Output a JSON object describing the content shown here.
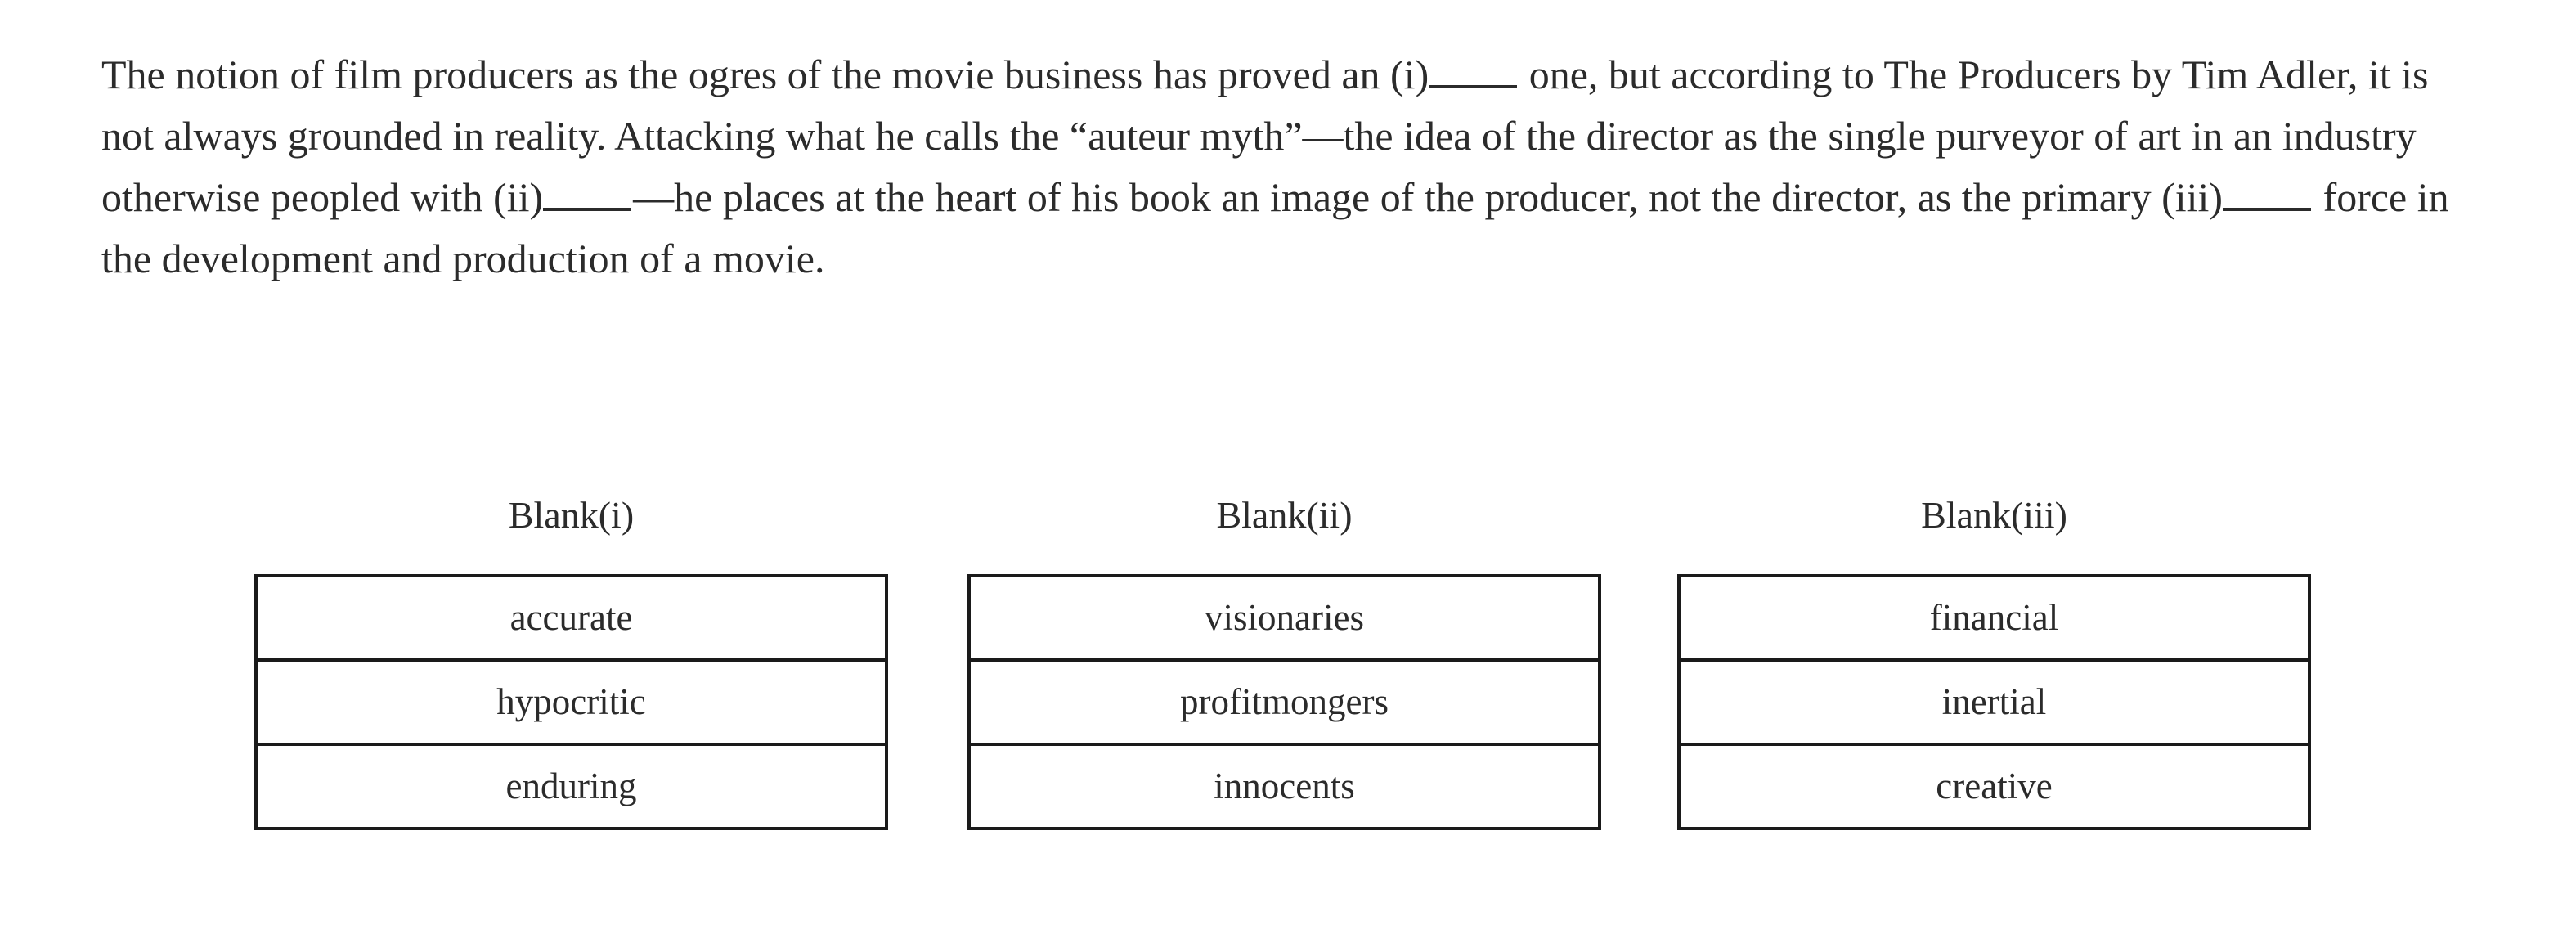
{
  "passage": {
    "segments": [
      {
        "type": "text",
        "value": "The notion of film producers as the ogres of the movie business has proved an (i)"
      },
      {
        "type": "blank",
        "value": "blank-i"
      },
      {
        "type": "text",
        "value": " one, but according to The Producers by Tim Adler, it is not always grounded in reality. Attacking what he calls the “auteur myth”—the idea of the director as the single purveyor of art in an industry otherwise peopled with (ii)"
      },
      {
        "type": "blank",
        "value": "blank-ii"
      },
      {
        "type": "text",
        "value": "—he places at the heart of his book an image of the producer, not the director, as the primary (iii)"
      },
      {
        "type": "blank",
        "value": "blank-iii"
      },
      {
        "type": "text",
        "value": " force in the development and production of a movie."
      }
    ],
    "part_1": "The notion of film producers as the ogres of the movie business has proved an (i)",
    "part_2": " one, but according to The Producers by Tim Adler, it is not always grounded in reality. Attacking what he calls the “auteur myth”—the idea of the director as the single purveyor of art in an industry otherwise peopled with (ii)",
    "part_3": "—he places at the heart of his book an image of the producer, not the director, as the primary (iii)",
    "part_4": " force in the development and production of a movie."
  },
  "columns": [
    {
      "heading": "Blank(i)",
      "options": [
        "accurate",
        "hypocritic",
        "enduring"
      ]
    },
    {
      "heading": "Blank(ii)",
      "options": [
        "visionaries",
        "profitmongers",
        "innocents"
      ]
    },
    {
      "heading": "Blank(iii)",
      "options": [
        "financial",
        "inertial",
        "creative"
      ]
    }
  ],
  "colors": {
    "text": "#2b2b2b",
    "border": "#1a1a1a",
    "background": "#ffffff"
  }
}
